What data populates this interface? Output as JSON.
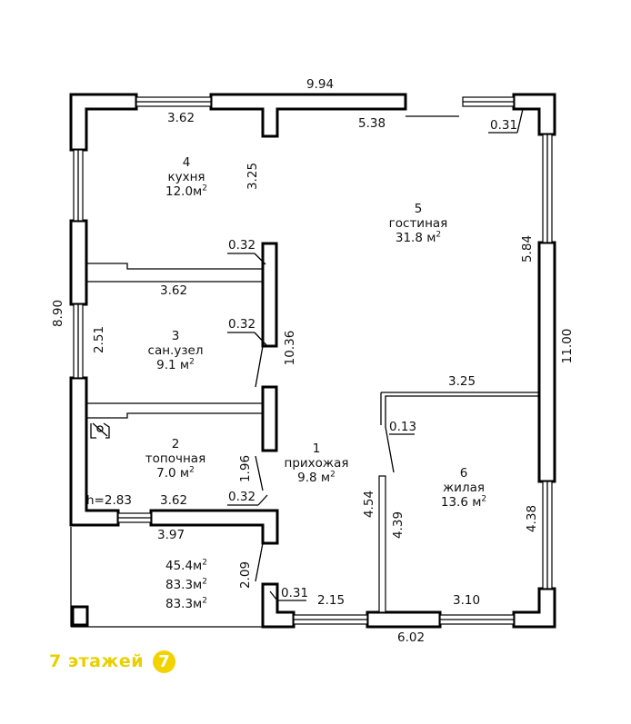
{
  "rooms": [
    {
      "number": "4",
      "name": "кухня",
      "area": "12.0м",
      "unit_sup": "2"
    },
    {
      "number": "5",
      "name": "гостиная",
      "area": "31.8 м",
      "unit_sup": "2"
    },
    {
      "number": "3",
      "name": "сан.узел",
      "area": "9.1 м",
      "unit_sup": "2"
    },
    {
      "number": "2",
      "name": "топочная",
      "area": "7.0 м",
      "unit_sup": "2"
    },
    {
      "number": "1",
      "name": "прихожая",
      "area": "9.8 м",
      "unit_sup": "2"
    },
    {
      "number": "6",
      "name": "жилая",
      "area": "13.6 м",
      "unit_sup": "2"
    }
  ],
  "dimensions": {
    "top_total": "9.94",
    "kitchen_width": "3.62",
    "top_mid": "5.38",
    "top_right_corner": "0.31",
    "kitchen_depth": "3.25",
    "right_upper": "5.84",
    "right_total": "11.00",
    "left_total": "8.90",
    "wall_032_a": "0.32",
    "bath_width": "3.62",
    "wall_032_b": "0.32",
    "bath_depth": "2.51",
    "partition_length": "10.36",
    "living_width": "3.25",
    "living_wall": "0.13",
    "boiler_depth": "1.96",
    "ceiling_height": "h=2.83",
    "boiler_width": "3.62",
    "wall_032_c": "0.32",
    "hall_depth": "4.54",
    "living_depth": "4.39",
    "right_lower": "4.38",
    "bottom_left": "3.97",
    "porch_depth": "2.09",
    "bottom_corner": "0.31",
    "bottom_hall": "2.15",
    "bottom_living": "3.10",
    "bottom_total": "6.02"
  },
  "area_totals": [
    {
      "value": "45.4м",
      "sup": "2"
    },
    {
      "value": "83.3м",
      "sup": "2"
    },
    {
      "value": "83.3м",
      "sup": "2"
    }
  ],
  "watermark": {
    "text": "7 этажей",
    "badge": "7"
  },
  "colors": {
    "lines": "#000000",
    "background": "#ffffff",
    "watermark": "#e8d000"
  }
}
